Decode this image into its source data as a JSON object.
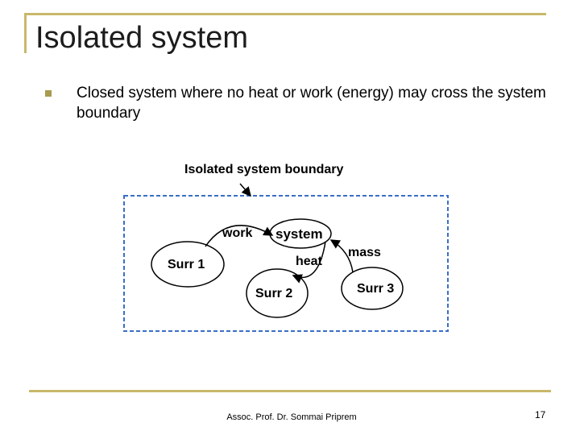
{
  "slide": {
    "title": "Isolated system",
    "bullet": "Closed system where no heat or work (energy)  may cross the system boundary"
  },
  "diagram": {
    "boundary_label": "Isolated system boundary",
    "system_label": "system",
    "surr1_label": "Surr 1",
    "surr2_label": "Surr 2",
    "surr3_label": "Surr 3",
    "work_label": "work",
    "heat_label": "heat",
    "mass_label": "mass"
  },
  "footer": {
    "author": "Assoc. Prof. Dr. Sommai Priprem",
    "page_number": "17"
  },
  "colors": {
    "accent_gold": "#c9b86a",
    "boundary_blue": "#3a6fc6"
  }
}
